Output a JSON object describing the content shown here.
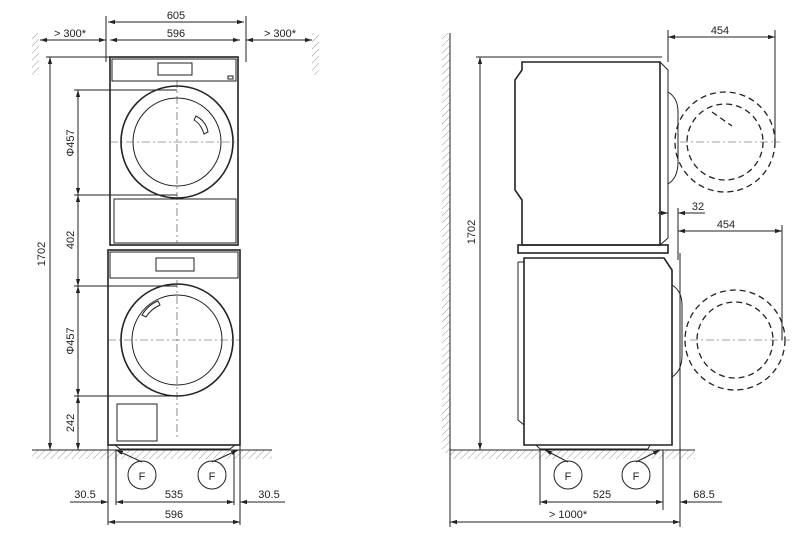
{
  "front_view": {
    "width_overall": "605",
    "width_body": "596",
    "clearance_left": "> 300*",
    "clearance_right": "> 300*",
    "total_height": "1702",
    "door_upper": "Φ457",
    "door_gap": "402",
    "door_lower": "Φ457",
    "door_bottom": "242",
    "foot_left_offset": "30.5",
    "foot_spacing": "535",
    "foot_right_offset": "30.5",
    "base_width": "596",
    "foot_label": "F"
  },
  "side_view": {
    "door_swing_upper": "454",
    "door_offset": "32",
    "door_swing_lower": "454",
    "total_height": "1702",
    "foot_spacing": "525",
    "rear_offset": "68.5",
    "front_clearance": "> 1000*",
    "foot_label": "F"
  }
}
